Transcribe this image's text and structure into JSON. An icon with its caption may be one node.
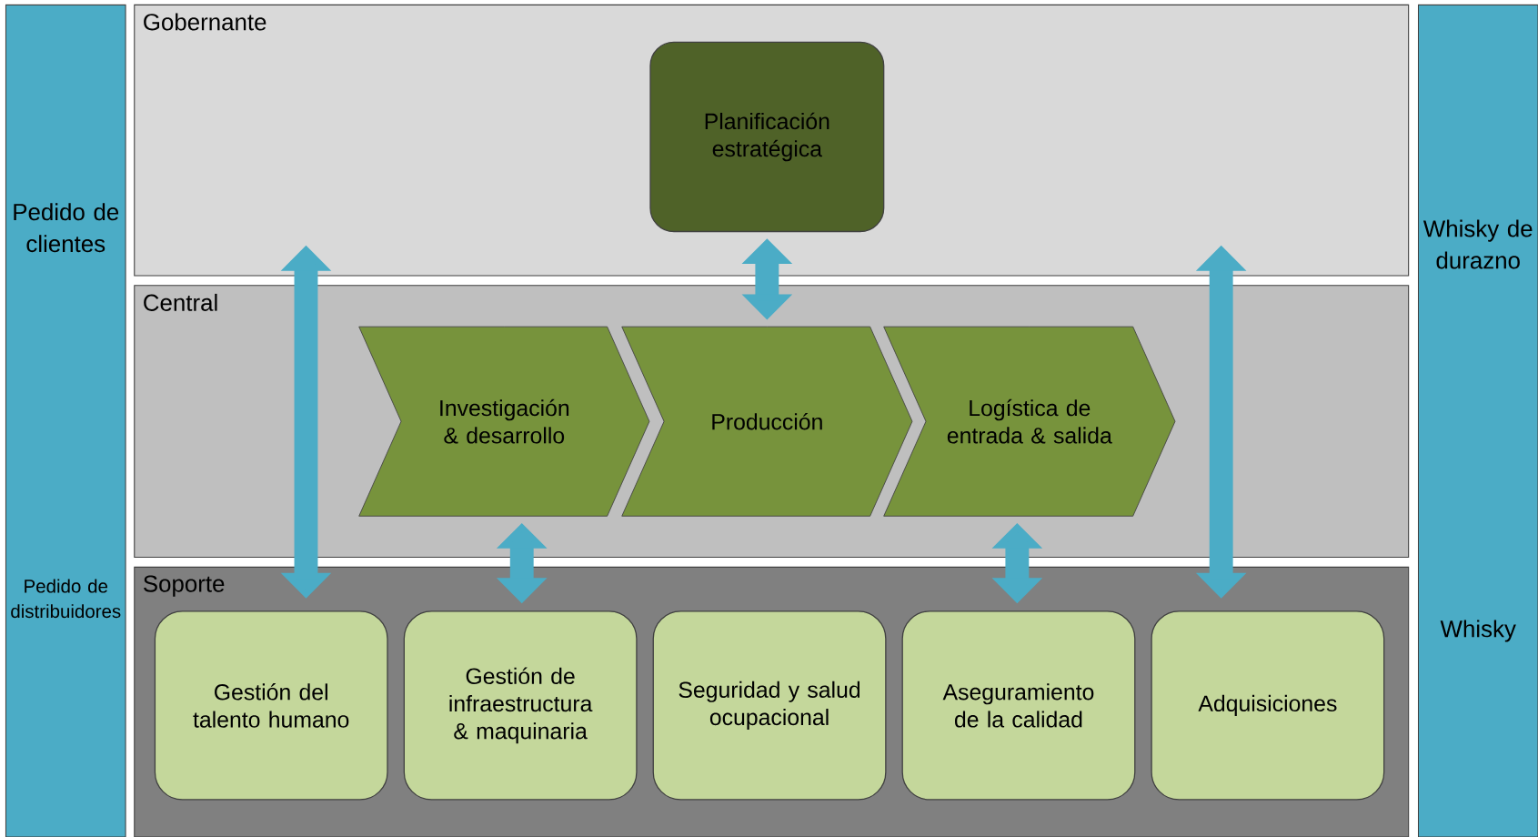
{
  "diagram": {
    "nodes": [
      {
        "text": [
          "Pedido de clientes",
          "Pedido de distribuidores"
        ]
      },
      {
        "text": [
          "Gobernante"
        ]
      },
      {
        "text": [
          "Planificación estratégica"
        ],
        "in": 1
      },
      {
        "text": [
          "Central"
        ]
      },
      {
        "text": [
          "Investigación & desarrollo"
        ],
        "in": 3
      },
      {
        "text": [
          "Producción"
        ],
        "in": 3
      },
      {
        "text": [
          "Logística de entrada & salida"
        ],
        "in": 3
      },
      {
        "text": [
          "Soporte"
        ]
      },
      {
        "text": [
          "Gestión del talento humano"
        ],
        "in": 7
      },
      {
        "text": [
          "Gestión de infraestructura & maquinaria"
        ],
        "in": 7
      },
      {
        "text": [
          "Seguridad y salud ocupacional"
        ],
        "in": 7
      },
      {
        "text": [
          "Aseguramiento de la calidad"
        ],
        "in": 7
      },
      {
        "text": [
          "Adquisiciones"
        ],
        "in": 7
      },
      {
        "text": [
          "Whisky de durazno",
          "Whisky"
        ]
      }
    ],
    "edges": [
      {
        "from": 1,
        "to": 8,
        "arrow": "both"
      },
      {
        "from": 2,
        "to": 5,
        "arrow": "both"
      },
      {
        "from": 4,
        "to": 9,
        "arrow": "both"
      },
      {
        "from": 6,
        "to": 11,
        "arrow": "both"
      },
      {
        "from": 1,
        "to": 12,
        "arrow": "both"
      }
    ]
  }
}
